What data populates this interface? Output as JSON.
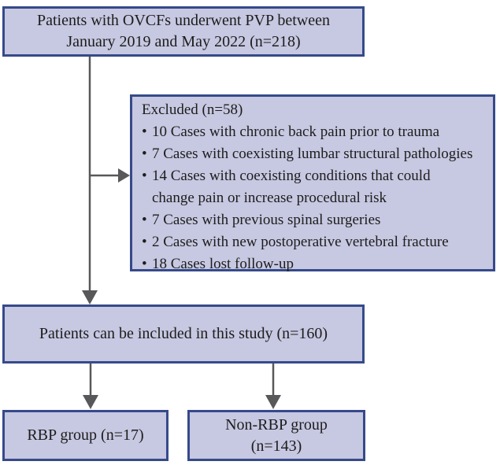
{
  "flowchart": {
    "colors": {
      "box_fill": "#c7c8e1",
      "box_border": "#364a8a",
      "arrow": "#58585a",
      "text": "#1d1d1d"
    },
    "bullet_char": "•",
    "top_box": {
      "line1": "Patients with OVCFs underwent PVP between",
      "line2": "January 2019 and May 2022 (n=218)"
    },
    "excluded_box": {
      "title": "Excluded (n=58)",
      "lines": [
        {
          "bullet": true,
          "text": "10 Cases with chronic back pain prior to trauma"
        },
        {
          "bullet": true,
          "text": "7 Cases with coexisting lumbar structural pathologies"
        },
        {
          "bullet": true,
          "text": "14 Cases with coexisting conditions that could"
        },
        {
          "bullet": false,
          "text": "change pain or increase procedural risk"
        },
        {
          "bullet": true,
          "text": "7 Cases with previous spinal surgeries"
        },
        {
          "bullet": true,
          "text": "2 Cases with new postoperative vertebral fracture"
        },
        {
          "bullet": true,
          "text": "18 Cases lost follow-up"
        }
      ]
    },
    "included_box": {
      "label": "Patients can be included in this study (n=160)"
    },
    "rbp_box": {
      "label": "RBP group (n=17)"
    },
    "non_rbp_box": {
      "line1": "Non-RBP group",
      "line2": "(n=143)"
    }
  }
}
